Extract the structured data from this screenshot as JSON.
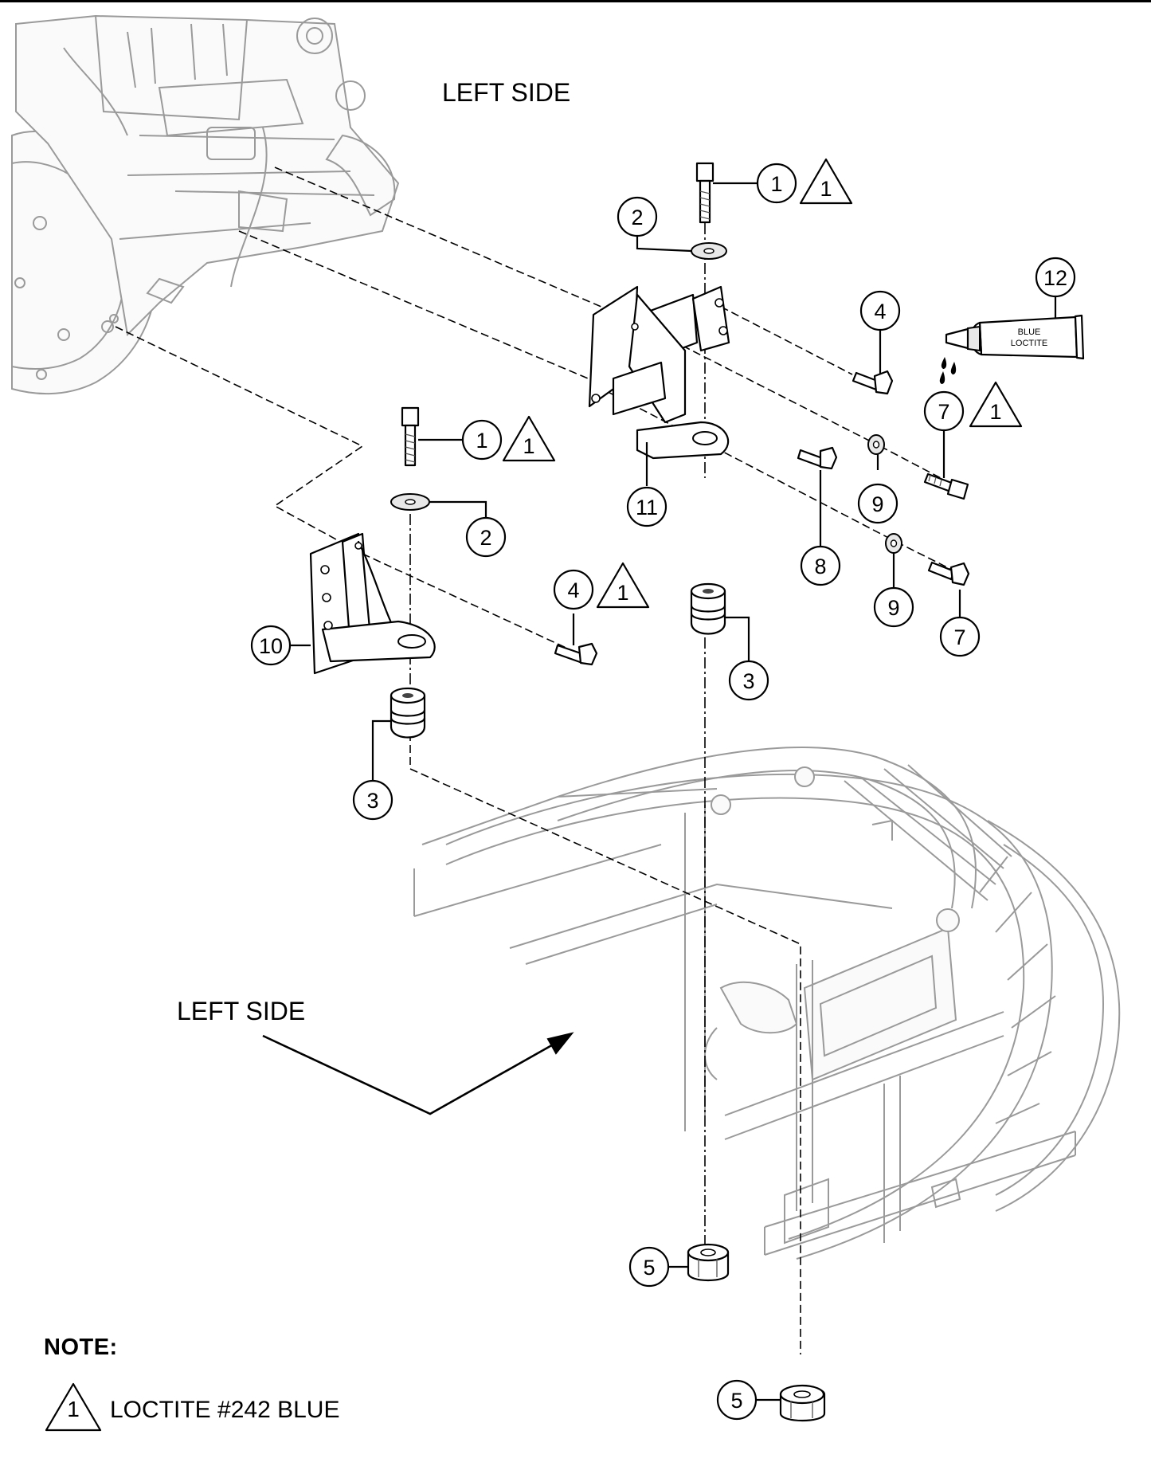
{
  "labels": {
    "top_view": "LEFT SIDE",
    "frame_view": "LEFT SIDE"
  },
  "tube": {
    "line1": "BLUE",
    "line2": "LOCTITE"
  },
  "callouts": {
    "c1a": "1",
    "c1b": "1",
    "c2a": "2",
    "c2b": "2",
    "c3a": "3",
    "c3b": "3",
    "c4a": "4",
    "c4b": "4",
    "c5a": "5",
    "c5b": "5",
    "c7a": "7",
    "c7b": "7",
    "c8": "8",
    "c9a": "9",
    "c9b": "9",
    "c10": "10",
    "c11": "11",
    "c12": "12"
  },
  "warnings": {
    "w1": "1",
    "w2": "1",
    "w3": "1",
    "w4": "1"
  },
  "note": {
    "title": "NOTE:",
    "symbol": "1",
    "text": "LOCTITE #242 BLUE"
  }
}
